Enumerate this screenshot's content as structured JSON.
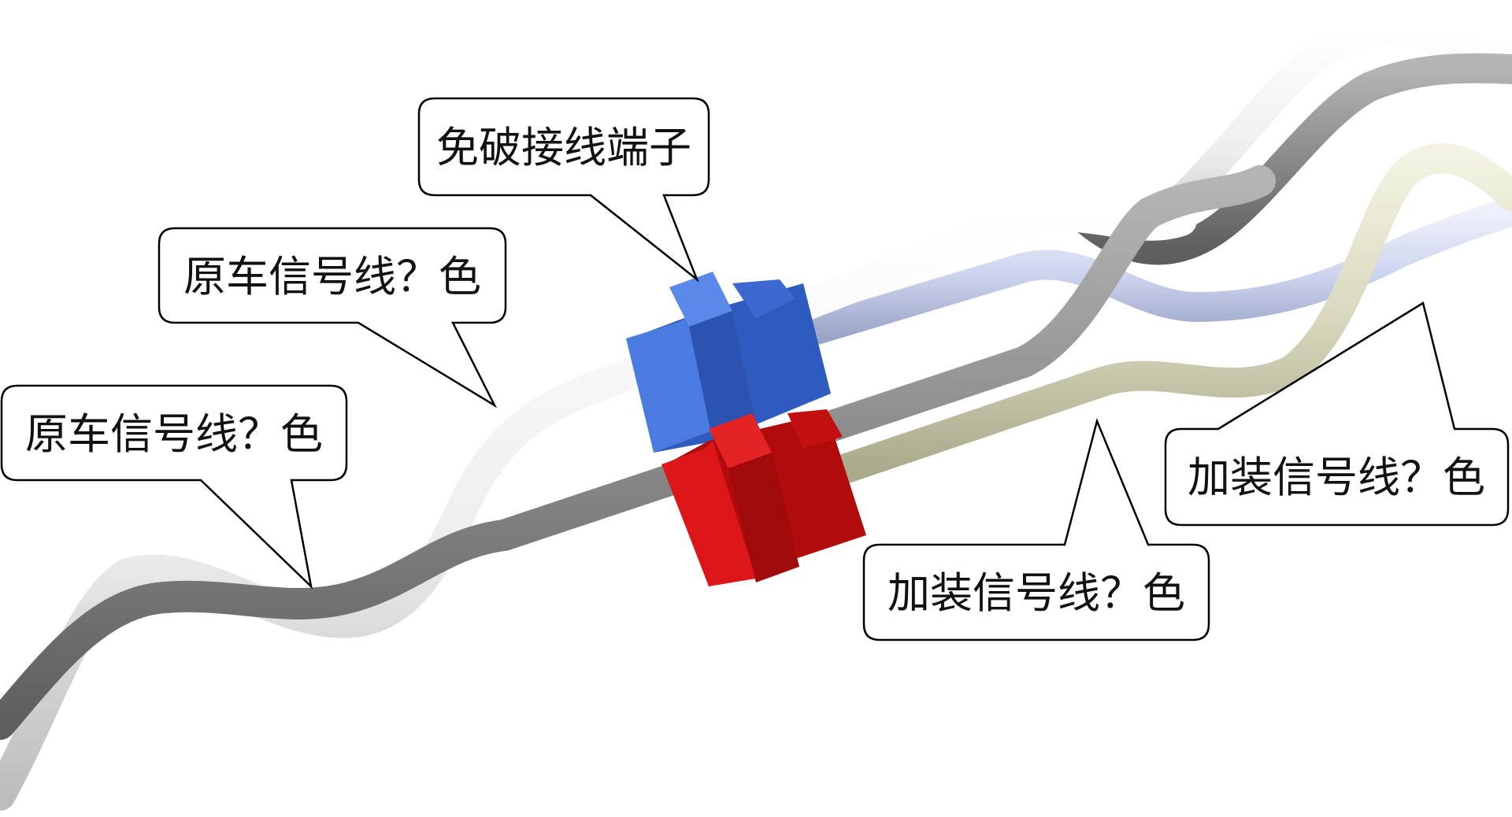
{
  "labels": {
    "connector": "免破接线端子",
    "original_wire_top": "原车信号线？色",
    "original_wire_left": "原车信号线？色",
    "added_wire_right": "加装信号线？色",
    "added_wire_bottom": "加装信号线？色"
  },
  "colors": {
    "background": "#ffffff",
    "callout_border": "#000000",
    "callout_fill": "#ffffff",
    "wire_white": "#f2f2f2",
    "wire_gray": "#8c8c8c",
    "wire_lavender": "#cfd6ef",
    "wire_beige": "#dcdcc2",
    "connector_blue": "#3f6fd8",
    "connector_red": "#d01414"
  }
}
